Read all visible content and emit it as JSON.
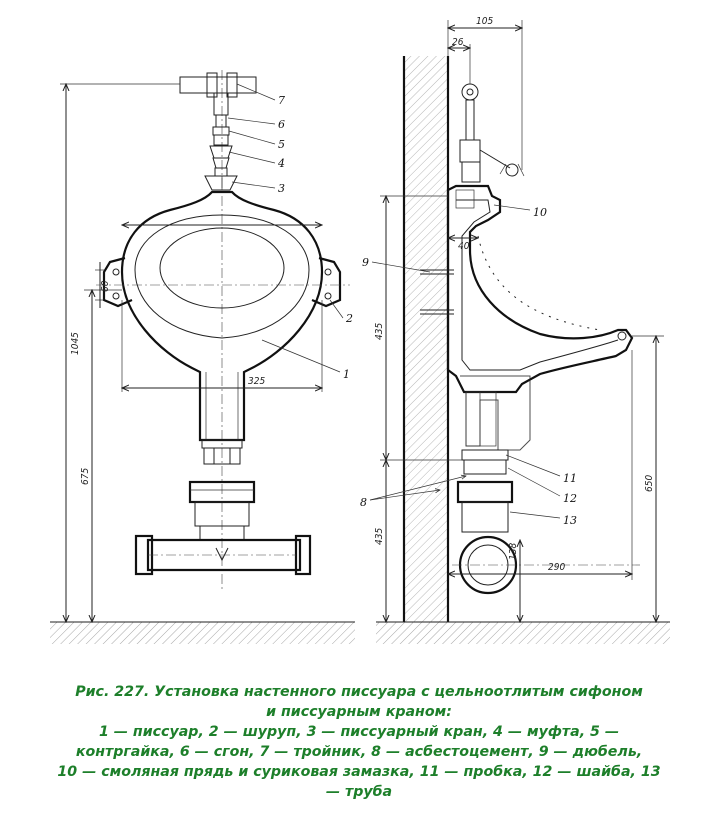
{
  "figure": {
    "caption_title_line1": "Рис. 227. Установка настенного писсуара с цельноотлитым сифоном",
    "caption_title_line2": "и писсуарным краном:",
    "legend_line1": "1 — писсуар, 2 — шуруп, 3 — писсуарный кран, 4 — муфта, 5 —",
    "legend_line2": "контргайка, 6 — сгон, 7 — тройник, 8 — асбестоцемент, 9 — дюбель,",
    "legend_line3": "10 — смоляная прядь и суриковая замазка, 11 — пробка, 12 — шайба, 13",
    "legend_line4": "— труба"
  },
  "front_view": {
    "dimensions": {
      "total_height": "1045",
      "lower_height": "675",
      "ears_height": "60",
      "bowl_width": "325"
    },
    "callouts": {
      "c7": "7",
      "c6": "6",
      "c5": "5",
      "c4": "4",
      "c3": "3",
      "c2": "2",
      "c1": "1"
    }
  },
  "side_view": {
    "dimensions": {
      "top_width": "105",
      "top_offset": "26",
      "inner_width": "40",
      "upper_height": "435",
      "lower_height": "435",
      "lip_height": "650",
      "outlet_distance": "290",
      "pipe_height": "138"
    },
    "callouts": {
      "c10": "10",
      "c9": "9",
      "c8": "8",
      "c11": "11",
      "c12": "12",
      "c13": "13"
    }
  }
}
